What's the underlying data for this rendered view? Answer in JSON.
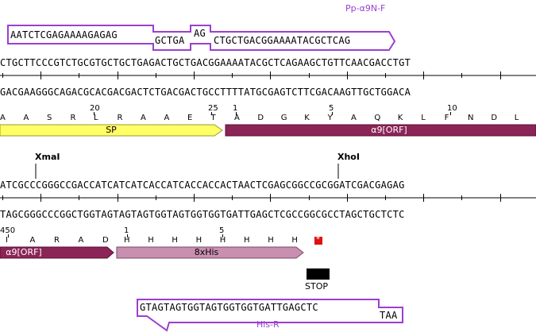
{
  "primers": {
    "forward": {
      "name": "Pp-α9N-F",
      "seg1": "AATCTCGAGAAAAGAGAG",
      "seg2": "GCTGA",
      "seg_raised": "AG",
      "seg3": "CTGCTGACGGAAAATACGCTCAG"
    },
    "reverse": {
      "name": "His-R",
      "seg1": "GTAGTAGTGGTAGTGGTGGTGATTGAGCTC",
      "seg2": "TAA"
    }
  },
  "row1": {
    "top_strand": "CTGCTTCCCGTCTGCGTGCTGCTGAGACTGCTGACGGAAAATACGCTCAGAAGCTGTTCAACGACCTGT",
    "bottom_strand": "GACGAAGGGCAGACGCACGACGACTCTGACGACTGCCTTTTATGCGAGTCTTCGACAAGTTGCTGGACA",
    "sp_numbers": [
      "20",
      "25"
    ],
    "orf_numbers": [
      "1",
      "5",
      "10"
    ],
    "aa_sp": [
      "A",
      "A",
      "S",
      "R",
      "L",
      "R",
      "A",
      "A",
      "E",
      "T"
    ],
    "aa_orf": [
      "A",
      "D",
      "G",
      "K",
      "Y",
      "A",
      "Q",
      "K",
      "L",
      "F",
      "N",
      "D",
      "L"
    ],
    "feature_sp": "SP",
    "feature_orf": "α9[ORF]"
  },
  "row2": {
    "site_xmai": "XmaI",
    "site_xhoi": "XhoI",
    "top_strand": "ATCGCCCGGGCCGACCATCATCATCACCATCACCACCACTAACTCGAGCGGCCGCGGATCGACGAGAG",
    "bottom_strand": "TAGCGGGCCCGGCTGGTAGTAGTAGTGGTAGTGGTGGTGATTGAGCTCGCCGGCGCCTAGCTGCTCTC",
    "num_450": "450",
    "num_1": "1",
    "num_5": "5",
    "aa_orf": [
      "I",
      "A",
      "R",
      "A",
      "D"
    ],
    "aa_his": [
      "H",
      "H",
      "H",
      "H",
      "H",
      "H",
      "H",
      "H"
    ],
    "stop_symbol": "*",
    "feature_orf": "α9[ORF]",
    "feature_his": "8xHis",
    "stop_label": "STOP"
  },
  "colors": {
    "primer_outline": "#9a3fd0",
    "sp_fill": "#ffff66",
    "orf_fill": "#8b2457",
    "his_fill": "#c98fb0",
    "stop_fill": "#e01010"
  }
}
